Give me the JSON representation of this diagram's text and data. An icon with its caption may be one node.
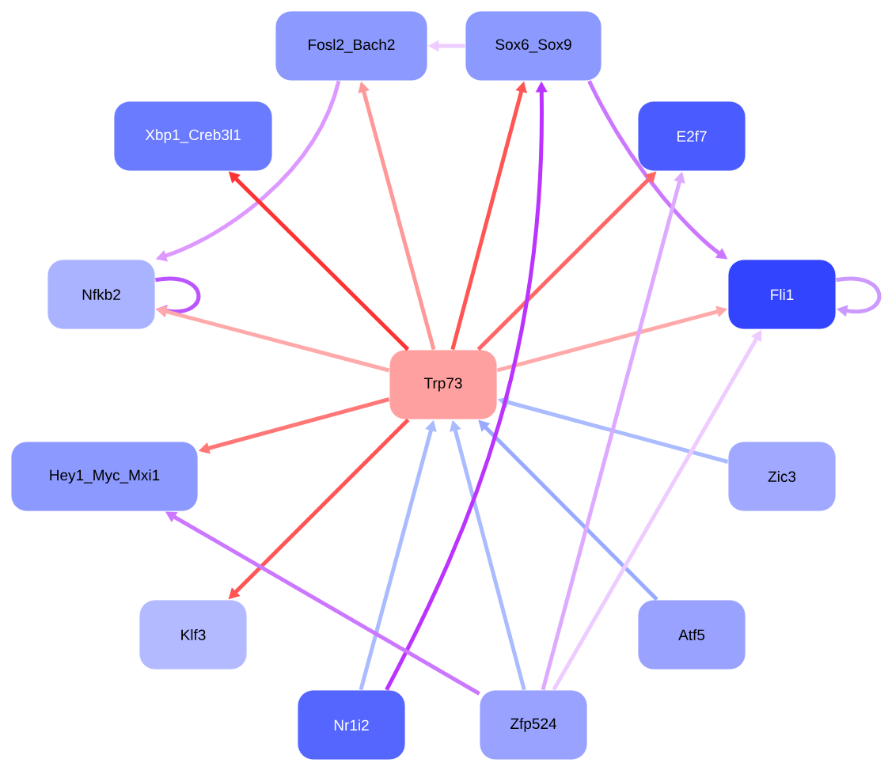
{
  "diagram": {
    "nodes": [
      {
        "text": [
          "Fosl2_Bach2"
        ]
      },
      {
        "text": [
          "Sox6_Sox9"
        ]
      },
      {
        "text": [
          "Xbp1_Creb3l1"
        ]
      },
      {
        "text": [
          "E2f7"
        ]
      },
      {
        "text": [
          "Nfkb2"
        ]
      },
      {
        "text": [
          "Fli1"
        ]
      },
      {
        "text": [
          "Trp73"
        ]
      },
      {
        "text": [
          "Hey1_Myc_Mxi1"
        ]
      },
      {
        "text": [
          "Zic3"
        ]
      },
      {
        "text": [
          "Klf3"
        ]
      },
      {
        "text": [
          "Atf5"
        ]
      },
      {
        "text": [
          "Nr1i2"
        ]
      },
      {
        "text": [
          "Zfp524"
        ]
      }
    ],
    "edges": [
      {
        "from": 1,
        "to": 0,
        "arrow": "to",
        "color": "#eeccff"
      },
      {
        "from": 0,
        "to": 4,
        "arrow": "to",
        "color": "#dd99ff"
      },
      {
        "from": 4,
        "to": 4,
        "arrow": "to",
        "color": "#bb55ff"
      },
      {
        "from": 1,
        "to": 5,
        "arrow": "to",
        "color": "#cc77ff"
      },
      {
        "from": 5,
        "to": 5,
        "arrow": "to",
        "color": "#cc99ff"
      },
      {
        "from": 6,
        "to": 2,
        "arrow": "to",
        "color": "#ff3333"
      },
      {
        "from": 6,
        "to": 0,
        "arrow": "to",
        "color": "#ff9999"
      },
      {
        "from": 6,
        "to": 1,
        "arrow": "to",
        "color": "#ff5555"
      },
      {
        "from": 6,
        "to": 3,
        "arrow": "to",
        "color": "#ff6666"
      },
      {
        "from": 6,
        "to": 4,
        "arrow": "to",
        "color": "#ffaaaa"
      },
      {
        "from": 6,
        "to": 5,
        "arrow": "to",
        "color": "#ffaaaa"
      },
      {
        "from": 6,
        "to": 7,
        "arrow": "to",
        "color": "#ff7777"
      },
      {
        "from": 6,
        "to": 9,
        "arrow": "to",
        "color": "#ff5555"
      },
      {
        "from": 8,
        "to": 6,
        "arrow": "to",
        "color": "#aabbff"
      },
      {
        "from": 10,
        "to": 6,
        "arrow": "to",
        "color": "#99aaff"
      },
      {
        "from": 11,
        "to": 6,
        "arrow": "to",
        "color": "#aabbff"
      },
      {
        "from": 12,
        "to": 6,
        "arrow": "to",
        "color": "#aabbff"
      },
      {
        "from": 11,
        "to": 1,
        "arrow": "to",
        "color": "#bb33ff"
      },
      {
        "from": 12,
        "to": 7,
        "arrow": "to",
        "color": "#cc77ff"
      },
      {
        "from": 12,
        "to": 3,
        "arrow": "to",
        "color": "#ddaaff"
      },
      {
        "from": 12,
        "to": 5,
        "arrow": "to",
        "color": "#eeccff"
      }
    ]
  }
}
